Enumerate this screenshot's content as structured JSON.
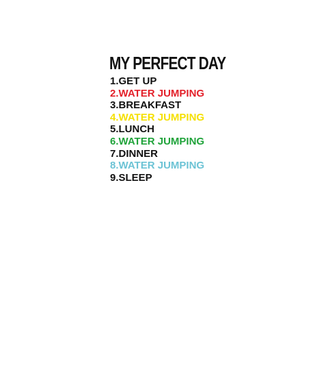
{
  "title": "MY PERFECT DAY",
  "items": [
    {
      "text": "1.GET UP",
      "color": "#111111"
    },
    {
      "text": "2.WATER JUMPING",
      "color": "#e3202a"
    },
    {
      "text": "3.BREAKFAST",
      "color": "#111111"
    },
    {
      "text": "4.WATER JUMPING",
      "color": "#f5e000"
    },
    {
      "text": "5.LUNCH",
      "color": "#111111"
    },
    {
      "text": "6.WATER JUMPING",
      "color": "#1fa33a"
    },
    {
      "text": "7.DINNER",
      "color": "#111111"
    },
    {
      "text": "8.WATER JUMPING",
      "color": "#6cc3d5"
    },
    {
      "text": "9.SLEEP",
      "color": "#111111"
    }
  ]
}
